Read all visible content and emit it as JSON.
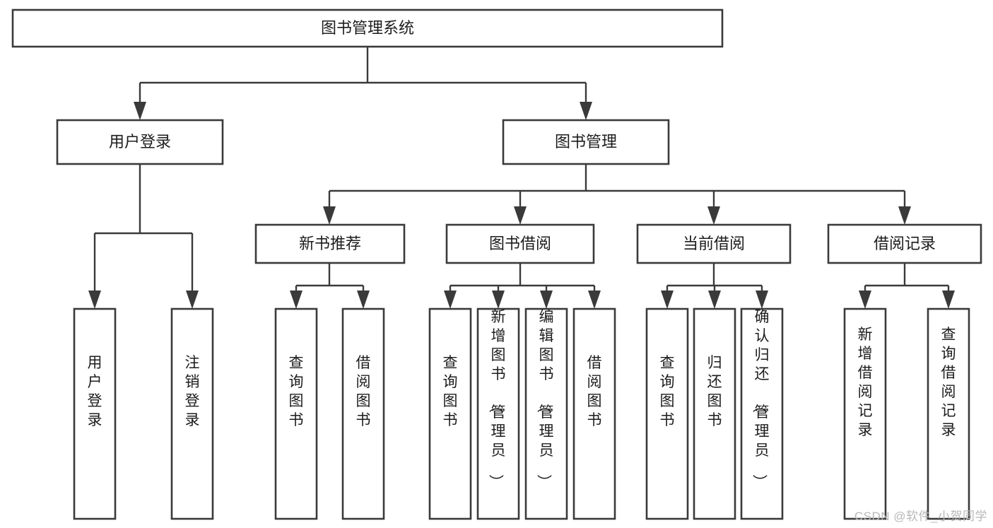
{
  "diagram": {
    "title": "图书管理系统",
    "watermark": "CSDN @软件_小贺同学",
    "stroke_color": "#3a3a3a",
    "box_fill": "#ffffff",
    "text_color": "#1c1c1c",
    "watermark_color": "#b8b8b8",
    "background": "#ffffff",
    "type": "tree-hierarchy",
    "orientation": "top-down"
  },
  "nodes": {
    "root": {
      "label": "图书管理系统",
      "level": 0,
      "orientation": "horizontal"
    },
    "level1": [
      {
        "id": "user-login",
        "label": "用户登录",
        "orientation": "horizontal"
      },
      {
        "id": "book-management",
        "label": "图书管理",
        "orientation": "horizontal"
      }
    ],
    "level2": [
      {
        "id": "new-book-recommend",
        "label": "新书推荐",
        "orientation": "horizontal",
        "parent": "book-management"
      },
      {
        "id": "book-borrow",
        "label": "图书借阅",
        "orientation": "horizontal",
        "parent": "book-management"
      },
      {
        "id": "current-borrow",
        "label": "当前借阅",
        "orientation": "horizontal",
        "parent": "book-management"
      },
      {
        "id": "borrow-record",
        "label": "借阅记录",
        "orientation": "horizontal",
        "parent": "book-management"
      }
    ],
    "leaves": [
      {
        "id": "leaf-user-login",
        "label": "用户登录",
        "parent": "user-login",
        "orientation": "vertical"
      },
      {
        "id": "leaf-logout-login",
        "label": "注销登录",
        "parent": "user-login",
        "orientation": "vertical"
      },
      {
        "id": "leaf-query-book-1",
        "label": "查询图书",
        "parent": "new-book-recommend",
        "orientation": "vertical"
      },
      {
        "id": "leaf-borrow-book-1",
        "label": "借阅图书",
        "parent": "new-book-recommend",
        "orientation": "vertical"
      },
      {
        "id": "leaf-query-book-2",
        "label": "查询图书",
        "parent": "book-borrow",
        "orientation": "vertical"
      },
      {
        "id": "leaf-add-book",
        "label": "新增图书（管理员）",
        "parent": "book-borrow",
        "orientation": "vertical"
      },
      {
        "id": "leaf-edit-book",
        "label": "编辑图书（管理员）",
        "parent": "book-borrow",
        "orientation": "vertical"
      },
      {
        "id": "leaf-borrow-book-2",
        "label": "借阅图书",
        "parent": "book-borrow",
        "orientation": "vertical"
      },
      {
        "id": "leaf-query-book-3",
        "label": "查询图书",
        "parent": "current-borrow",
        "orientation": "vertical"
      },
      {
        "id": "leaf-return-book",
        "label": "归还图书",
        "parent": "current-borrow",
        "orientation": "vertical"
      },
      {
        "id": "leaf-confirm-return",
        "label": "确认归还（管理员）",
        "parent": "current-borrow",
        "orientation": "vertical"
      },
      {
        "id": "leaf-add-record",
        "label": "新增借阅记录",
        "parent": "borrow-record",
        "orientation": "vertical"
      },
      {
        "id": "leaf-query-record",
        "label": "查询借阅记录",
        "parent": "borrow-record",
        "orientation": "vertical"
      }
    ]
  }
}
